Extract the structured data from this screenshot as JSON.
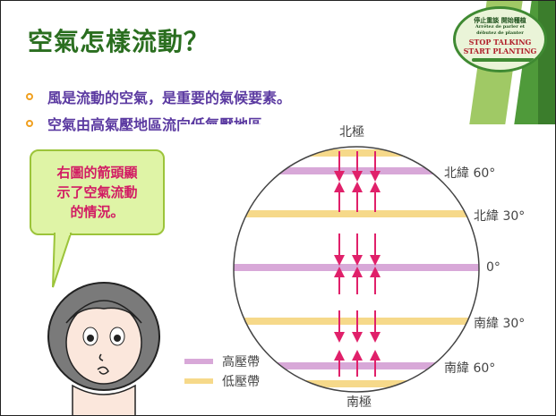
{
  "slide": {
    "title": "空氣怎樣流動？",
    "bullets": [
      "風是流動的空氣，是重要的氣候要素。",
      "空氣由高氣壓地區流向低氣壓地區。"
    ],
    "callout": [
      "右圖的箭頭顯",
      "示了空氣流動",
      "的情況。"
    ]
  },
  "badge": {
    "line1": "停止重談 開始種植",
    "line2": "Arrêtez de parler et",
    "line3": "débutez de planter",
    "line4": "STOP TALKING",
    "line5": "START PLANTING"
  },
  "diagram": {
    "north_pole": "北極",
    "south_pole": "南極",
    "latitudes": [
      "北緯 60°",
      "北緯 30°",
      "0°",
      "南緯 30°",
      "南緯 60°"
    ],
    "legend": {
      "high": "高壓帶",
      "low": "低壓帶"
    },
    "colors": {
      "high": "#d8a8d8",
      "low": "#f6d98a",
      "arrow": "#e0206a"
    }
  }
}
